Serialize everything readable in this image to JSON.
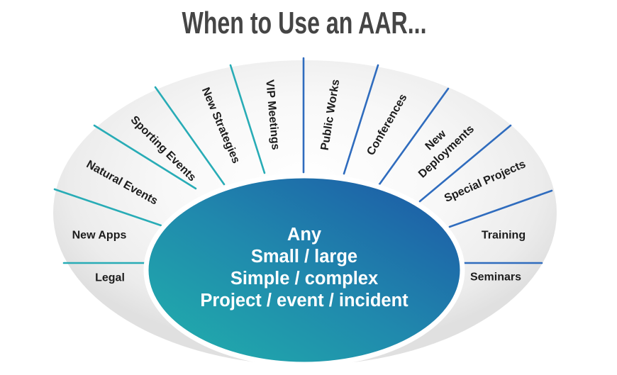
{
  "title": "When to Use an AAR...",
  "center": {
    "lines": [
      "Any",
      "Small / large",
      "Simple / complex",
      "Project / event / incident"
    ]
  },
  "sectors": [
    {
      "label": "Legal"
    },
    {
      "label": "New Apps"
    },
    {
      "label": "Natural Events"
    },
    {
      "label": "Sporting Events"
    },
    {
      "label": "New Strategies"
    },
    {
      "label": "VIP Meetings"
    },
    {
      "label": "Public Works"
    },
    {
      "label": "Conferences"
    },
    {
      "label": "New Deployments",
      "lines": [
        "New",
        "Deployments"
      ]
    },
    {
      "label": "Special Projects"
    },
    {
      "label": "Training"
    },
    {
      "label": "Seminars"
    }
  ],
  "colors": {
    "title_text": "#454545",
    "label_text": "#1c1c1c",
    "teal_spoke": "#28acb6",
    "blue_spoke": "#2f6cbe",
    "center_teal": "#21b2ab",
    "center_mid": "#2089ad",
    "center_blue": "#1c55a6",
    "fan_light": "#ffffff",
    "fan_dark": "#e0e0e0",
    "center_text": "#ffffff"
  }
}
